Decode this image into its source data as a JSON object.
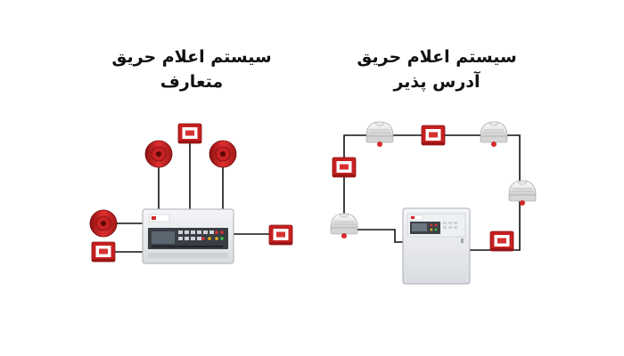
{
  "conventional": {
    "title_line1": "سیستم اعلام حریق",
    "title_line2": "متعارف"
  },
  "addressable": {
    "title_line1": "سیستم اعلام حریق",
    "title_line2": "آدرس پذیر"
  },
  "colors": {
    "wire": "#111111",
    "device_red": "#d42a2a",
    "panel_gray": "#e4e6ea",
    "detector_white": "#f2f2f2"
  }
}
